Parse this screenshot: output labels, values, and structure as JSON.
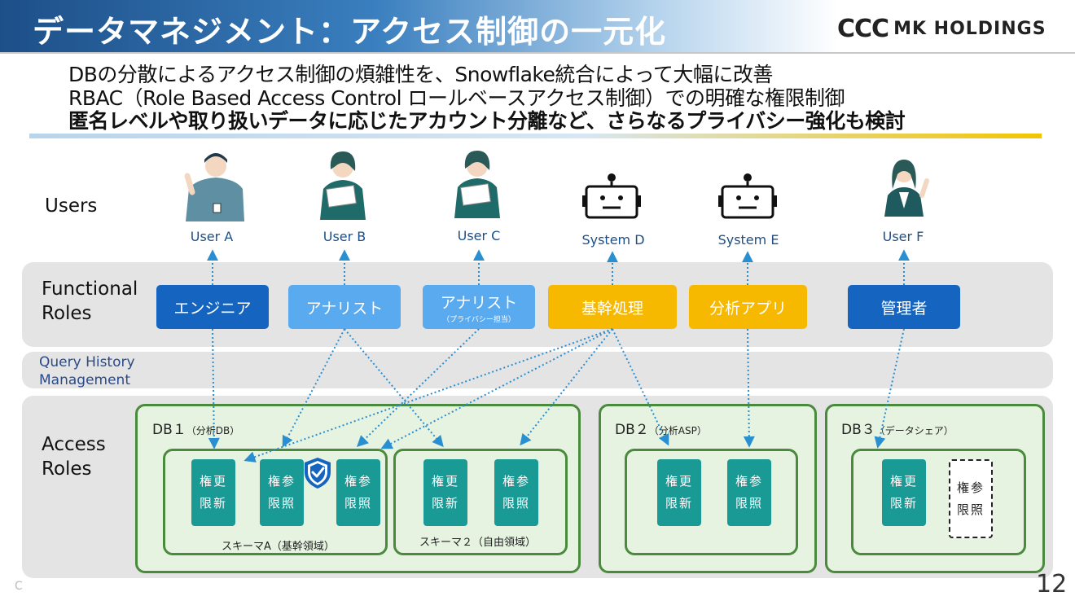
{
  "header": {
    "title": "データマネジメント：アクセス制御の一元化",
    "logo_ccc": "CCC",
    "logo_mk": "MK HOLDINGS"
  },
  "bullets": [
    "DBの分散によるアクセス制御の煩雑性を、Snowflake統合によって大幅に改善",
    "RBAC（Role Based Access Control ロールベースアクセス制御）での明確な権限制御",
    "匿名レベルや取り扱いデータに応じたアカウント分離など、さらなるプライバシー強化も検討"
  ],
  "rows": {
    "users": "Users",
    "functional_1": "Functional",
    "functional_2": "Roles",
    "query_1": "Query History",
    "query_2": "Management",
    "access_1": "Access",
    "access_2": "Roles"
  },
  "users": [
    "User A",
    "User B",
    "User C",
    "System D",
    "System E",
    "User F"
  ],
  "roles": [
    {
      "label": "エンジニア",
      "sub": "",
      "color": "#1565c0"
    },
    {
      "label": "アナリスト",
      "sub": "",
      "color": "#5aaaf0"
    },
    {
      "label": "アナリスト",
      "sub": "（プライバシー担当）",
      "color": "#5aaaf0"
    },
    {
      "label": "基幹処理",
      "sub": "",
      "color": "#f7b800"
    },
    {
      "label": "分析アプリ",
      "sub": "",
      "color": "#f7b800"
    },
    {
      "label": "管理者",
      "sub": "",
      "color": "#1565c0"
    }
  ],
  "dbs": [
    {
      "name": "DB１",
      "desc": "（分析DB）"
    },
    {
      "name": "DB２",
      "desc": "（分析ASP）"
    },
    {
      "name": "DB３",
      "desc": "（データシェア）"
    }
  ],
  "schemas": [
    "スキーマA（基幹領域）",
    "スキーマ２（自由領域）"
  ],
  "perms": {
    "update_1": "権更",
    "update_2": "限新",
    "ref_1": "権参",
    "ref_2": "限照"
  },
  "footer": "C",
  "page_number": "12",
  "colors": {
    "arrow": "#2a8fd0",
    "db_border": "#4a8a3c",
    "perm": "#1a9a95"
  }
}
